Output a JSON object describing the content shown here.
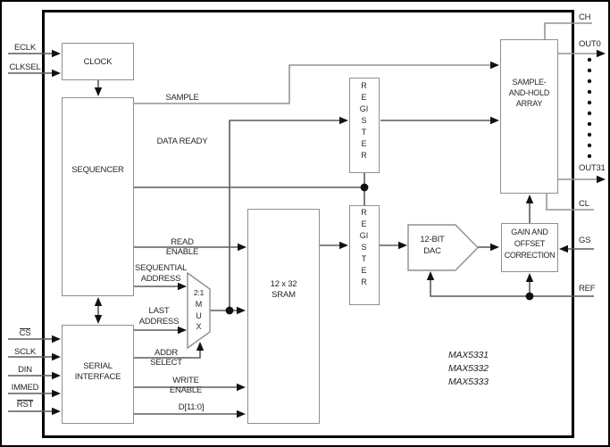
{
  "diagram": {
    "type": "functional-block-diagram",
    "part_numbers": "MAX5331\nMAX5332\nMAX5333"
  },
  "pins": {
    "eclk": "ECLK",
    "clksel": "CLKSEL",
    "cs": "CS",
    "sclk": "SCLK",
    "din": "DIN",
    "immed": "IMMED",
    "rst": "RST",
    "ch": "CH",
    "out0": "OUT0",
    "out31": "OUT31",
    "cl": "CL",
    "gs": "GS",
    "ref": "REF"
  },
  "blocks": {
    "clock": "CLOCK",
    "sequencer": "SEQUENCER",
    "serial_interface": "SERIAL INTERFACE",
    "sram_line1": "12 x 32",
    "sram_line2": "SRAM",
    "register_top": "REGISTER",
    "register_bottom": "REGISTER",
    "mux_ratio": "2:1",
    "mux_word": "MUX",
    "dac_line1": "12-BIT",
    "dac_line2": "DAC",
    "sh_line1": "SAMPLE-",
    "sh_line2": "AND-HOLD",
    "sh_line3": "ARRAY",
    "gain_line1": "GAIN AND",
    "gain_line2": "OFFSET",
    "gain_line3": "CORRECTION"
  },
  "signals": {
    "sample": "SAMPLE",
    "data_ready": "DATA READY",
    "read_enable": "READ ENABLE",
    "sequential_address": "SEQUENTIAL ADDRESS",
    "last_address": "LAST ADDRESS",
    "addr_select": "ADDR SELECT",
    "write_enable": "WRITE ENABLE",
    "data_bus": "D[11:0]"
  },
  "colors": {
    "background": "#ffffff",
    "chip_border": "#000000",
    "signal_line": "#5c5c5c",
    "light_line": "#949494",
    "box_border": "#8f8f8f",
    "arrow": "#111111",
    "text": "#262626"
  }
}
